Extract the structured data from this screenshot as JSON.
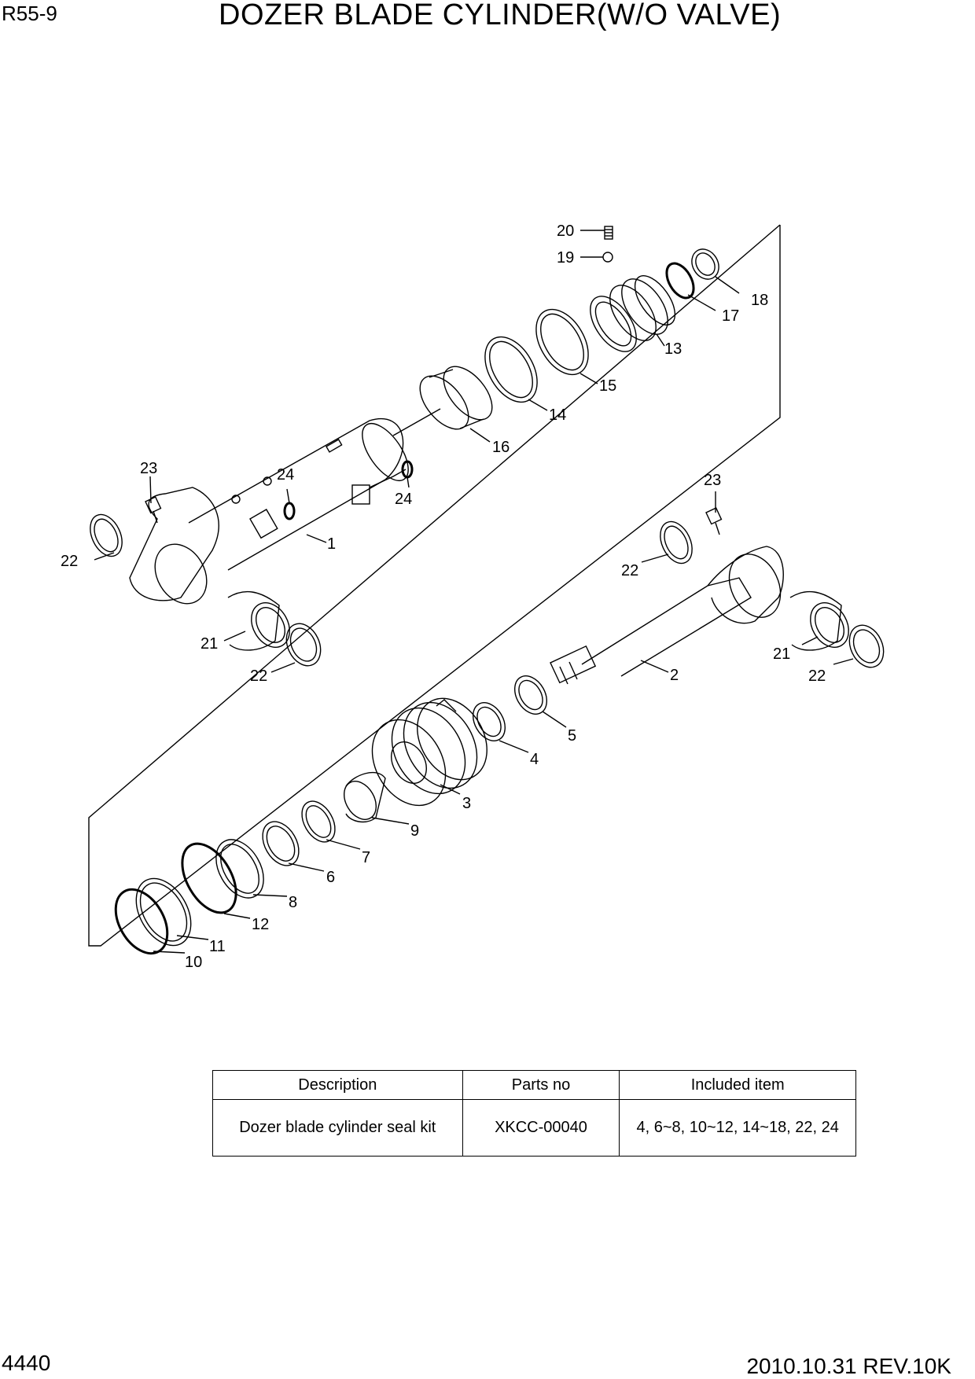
{
  "header": {
    "model": "R55-9",
    "title": "DOZER BLADE CYLINDER(W/O VALVE)"
  },
  "footer": {
    "page": "4440",
    "revision": "2010.10.31 REV.10K"
  },
  "callouts": [
    "20",
    "19",
    "18",
    "17",
    "13",
    "15",
    "14",
    "16",
    "23",
    "24",
    "24",
    "1",
    "22",
    "22",
    "23",
    "21",
    "22",
    "21",
    "2",
    "22",
    "5",
    "4",
    "3",
    "9",
    "7",
    "6",
    "8",
    "12",
    "11",
    "10"
  ],
  "kit_table": {
    "headers": [
      "Description",
      "Parts no",
      "Included item"
    ],
    "row": [
      "Dozer blade cylinder seal kit",
      "XKCC-00040",
      "4, 6~8, 10~12, 14~18, 22, 24"
    ]
  }
}
